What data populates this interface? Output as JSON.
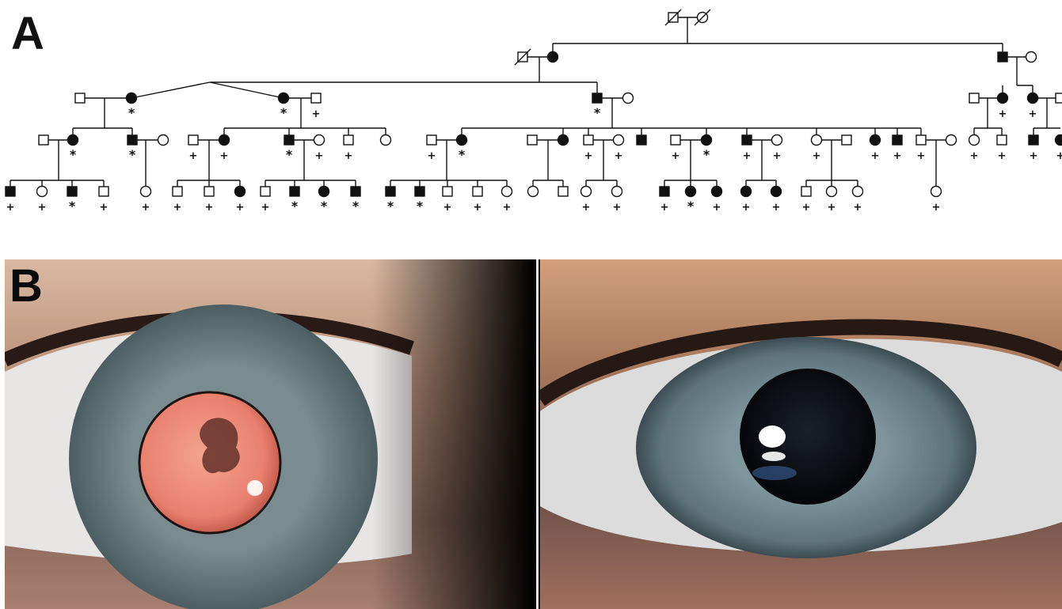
{
  "figure": {
    "panel_a_label": "A",
    "panel_b_label": "B"
  },
  "pedigree": {
    "generations": [
      {
        "individuals": [
          {
            "sex": "male",
            "affected": false,
            "deceased": true
          },
          {
            "sex": "female",
            "affected": false,
            "deceased": true
          }
        ]
      },
      {
        "individuals": [
          {
            "sex": "male",
            "affected": false,
            "deceased": true
          },
          {
            "sex": "female",
            "affected": true,
            "deceased": false
          },
          {
            "sex": "male",
            "affected": true,
            "deceased": false
          },
          {
            "sex": "female",
            "affected": false,
            "deceased": false
          }
        ]
      },
      {
        "individuals": [
          {
            "sex": "male",
            "affected": false,
            "mark": ""
          },
          {
            "sex": "female",
            "affected": true,
            "mark": "*"
          },
          {
            "sex": "female",
            "affected": true,
            "mark": "*"
          },
          {
            "sex": "male",
            "affected": false,
            "mark": "+"
          },
          {
            "sex": "male",
            "affected": true,
            "mark": "*"
          },
          {
            "sex": "female",
            "affected": false,
            "mark": ""
          },
          {
            "sex": "male",
            "affected": false,
            "mark": ""
          },
          {
            "sex": "female",
            "affected": true,
            "mark": "+"
          },
          {
            "sex": "female",
            "affected": true,
            "mark": "+"
          },
          {
            "sex": "male",
            "affected": false,
            "mark": ""
          }
        ]
      },
      {
        "individuals": [
          {
            "sex": "male",
            "affected": false,
            "mark": ""
          },
          {
            "sex": "female",
            "affected": true,
            "mark": "*"
          },
          {
            "sex": "male",
            "affected": true,
            "mark": "*"
          },
          {
            "sex": "female",
            "affected": false,
            "mark": ""
          },
          {
            "sex": "male",
            "affected": false,
            "mark": "+"
          },
          {
            "sex": "female",
            "affected": true,
            "mark": "+"
          },
          {
            "sex": "male",
            "affected": true,
            "mark": "*"
          },
          {
            "sex": "female",
            "affected": false,
            "mark": "+"
          },
          {
            "sex": "male",
            "affected": false,
            "mark": "+"
          },
          {
            "sex": "female",
            "affected": false,
            "mark": ""
          },
          {
            "sex": "male",
            "affected": false,
            "mark": "+"
          },
          {
            "sex": "female",
            "affected": true,
            "mark": "*"
          },
          {
            "sex": "male",
            "affected": false,
            "mark": ""
          },
          {
            "sex": "female",
            "affected": true,
            "mark": ""
          },
          {
            "sex": "male",
            "affected": false,
            "mark": "+"
          },
          {
            "sex": "female",
            "affected": false,
            "mark": "+"
          },
          {
            "sex": "male",
            "affected": true,
            "mark": ""
          },
          {
            "sex": "male",
            "affected": false,
            "mark": "+"
          },
          {
            "sex": "female",
            "affected": true,
            "mark": "*"
          },
          {
            "sex": "male",
            "affected": true,
            "mark": "+"
          },
          {
            "sex": "female",
            "affected": false,
            "mark": "+"
          },
          {
            "sex": "female",
            "affected": false,
            "mark": "+"
          },
          {
            "sex": "male",
            "affected": false,
            "mark": ""
          },
          {
            "sex": "female",
            "affected": true,
            "mark": "+"
          },
          {
            "sex": "male",
            "affected": true,
            "mark": "+"
          },
          {
            "sex": "male",
            "affected": false,
            "mark": "+"
          },
          {
            "sex": "female",
            "affected": false,
            "mark": ""
          },
          {
            "sex": "female",
            "affected": false,
            "mark": "+"
          },
          {
            "sex": "male",
            "affected": false,
            "mark": "+"
          },
          {
            "sex": "male",
            "affected": true,
            "mark": "+"
          },
          {
            "sex": "female",
            "affected": true,
            "mark": "+"
          }
        ]
      },
      {
        "individuals": [
          {
            "sex": "male",
            "affected": true,
            "mark": "+"
          },
          {
            "sex": "female",
            "affected": false,
            "mark": "+"
          },
          {
            "sex": "male",
            "affected": true,
            "mark": "*"
          },
          {
            "sex": "male",
            "affected": false,
            "mark": "+"
          },
          {
            "sex": "female",
            "affected": false,
            "mark": "+"
          },
          {
            "sex": "male",
            "affected": false,
            "mark": "+"
          },
          {
            "sex": "male",
            "affected": false,
            "mark": "+"
          },
          {
            "sex": "female",
            "affected": true,
            "mark": "+"
          },
          {
            "sex": "male",
            "affected": false,
            "mark": "+"
          },
          {
            "sex": "male",
            "affected": true,
            "mark": "*"
          },
          {
            "sex": "female",
            "affected": true,
            "mark": "*"
          },
          {
            "sex": "male",
            "affected": true,
            "mark": "*"
          },
          {
            "sex": "male",
            "affected": true,
            "mark": "*"
          },
          {
            "sex": "male",
            "affected": true,
            "mark": "*"
          },
          {
            "sex": "male",
            "affected": false,
            "mark": "+"
          },
          {
            "sex": "male",
            "affected": false,
            "mark": "+"
          },
          {
            "sex": "female",
            "affected": false,
            "mark": "+"
          },
          {
            "sex": "female",
            "affected": false,
            "mark": ""
          },
          {
            "sex": "male",
            "affected": false,
            "mark": ""
          },
          {
            "sex": "female",
            "affected": false,
            "mark": "+"
          },
          {
            "sex": "female",
            "affected": false,
            "mark": "+"
          },
          {
            "sex": "male",
            "affected": true,
            "mark": "+"
          },
          {
            "sex": "female",
            "affected": true,
            "mark": "*"
          },
          {
            "sex": "female",
            "affected": true,
            "mark": "+"
          },
          {
            "sex": "female",
            "affected": true,
            "mark": "+"
          },
          {
            "sex": "female",
            "affected": true,
            "mark": "+"
          },
          {
            "sex": "male",
            "affected": false,
            "mark": "+"
          },
          {
            "sex": "female",
            "affected": false,
            "mark": "+"
          },
          {
            "sex": "female",
            "affected": false,
            "mark": "+"
          },
          {
            "sex": "female",
            "affected": false,
            "mark": "+"
          }
        ]
      }
    ]
  },
  "photos": {
    "left_eye": {
      "finding": "orange red reflex with dark lens opacity",
      "reflex_color": "#e9806e"
    },
    "right_eye": {
      "finding": "dark pupil with corneal light reflections",
      "iris_color": "#6f8790"
    }
  },
  "colors": {
    "ink": "#111111",
    "background": "#ffffff",
    "skin": "#c8a48c",
    "divider": "#e8e8e8"
  }
}
